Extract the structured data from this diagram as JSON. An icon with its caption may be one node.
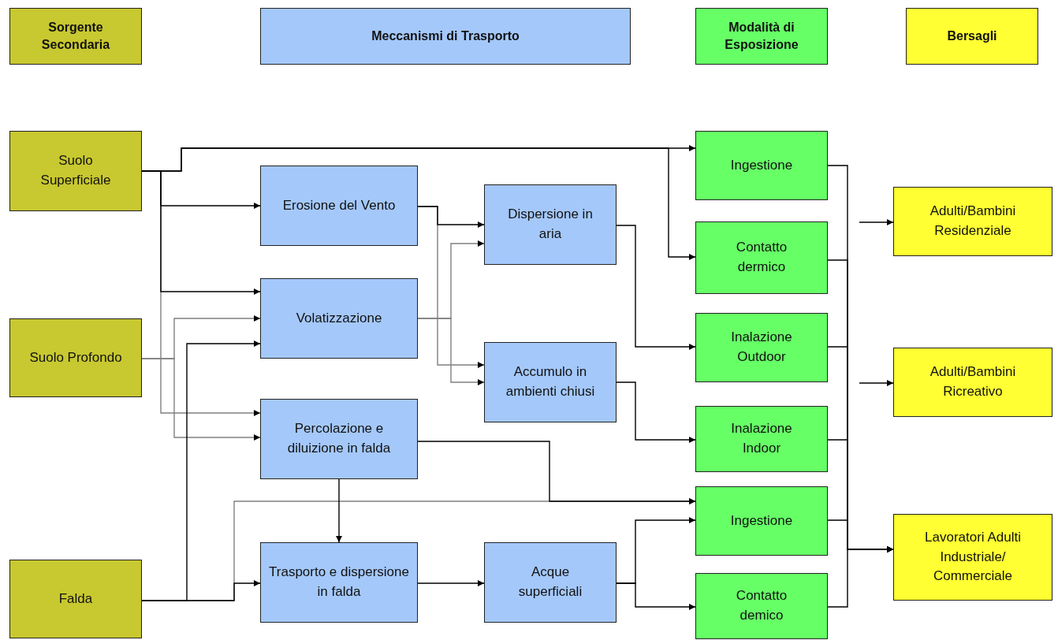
{
  "diagram": {
    "nodes": [
      {
        "text": [
          "Sorgente Secondaria"
        ]
      },
      {
        "text": [
          "Meccanismi di Trasporto"
        ]
      },
      {
        "text": [
          "Modalità di Esposizione"
        ]
      },
      {
        "text": [
          "Bersagli"
        ]
      },
      {
        "text": [
          "Suolo Superficiale"
        ]
      },
      {
        "text": [
          "Suolo Profondo"
        ]
      },
      {
        "text": [
          "Falda"
        ]
      },
      {
        "text": [
          "Erosione del Vento"
        ]
      },
      {
        "text": [
          "Volatizzazione"
        ]
      },
      {
        "text": [
          "Percolazione e diluizione in falda"
        ]
      },
      {
        "text": [
          "Trasporto e dispersione in falda"
        ]
      },
      {
        "text": [
          "Dispersione in aria"
        ]
      },
      {
        "text": [
          "Accumulo in ambienti chiusi"
        ]
      },
      {
        "text": [
          "Acque superficiali"
        ]
      },
      {
        "text": [
          "Ingestione"
        ]
      },
      {
        "text": [
          "Contatto dermico"
        ]
      },
      {
        "text": [
          "Inalazione Outdoor"
        ]
      },
      {
        "text": [
          "Inalazione Indoor"
        ]
      },
      {
        "text": [
          "Ingestione"
        ]
      },
      {
        "text": [
          "Contatto demico"
        ]
      },
      {
        "text": [
          "Adulti/Bambini Residenziale"
        ]
      },
      {
        "text": [
          "Adulti/Bambini Ricreativo"
        ]
      },
      {
        "text": [
          "Lavoratori Adulti Industriale/ Commerciale"
        ]
      }
    ],
    "edges": [
      {
        "from": 4,
        "to": 14,
        "arrow": "to"
      },
      {
        "from": 4,
        "to": 15,
        "arrow": "to"
      },
      {
        "from": 4,
        "to": 7,
        "arrow": "to"
      },
      {
        "from": 4,
        "to": 8,
        "arrow": "to"
      },
      {
        "from": 4,
        "to": 9,
        "arrow": "to",
        "color": "#808080"
      },
      {
        "from": 5,
        "to": 8,
        "arrow": "to",
        "color": "#808080"
      },
      {
        "from": 5,
        "to": 9,
        "arrow": "to",
        "color": "#808080"
      },
      {
        "from": 6,
        "to": 8,
        "arrow": "to"
      },
      {
        "from": 6,
        "to": 10,
        "arrow": "to"
      },
      {
        "from": 6,
        "to": 18,
        "arrow": "to",
        "color": "#808080"
      },
      {
        "from": 7,
        "to": 11,
        "arrow": "to"
      },
      {
        "from": 7,
        "to": 12,
        "arrow": "to",
        "color": "#808080"
      },
      {
        "from": 8,
        "to": 11,
        "arrow": "to",
        "color": "#808080"
      },
      {
        "from": 8,
        "to": 12,
        "arrow": "to",
        "color": "#808080"
      },
      {
        "from": 9,
        "to": 10,
        "arrow": "to"
      },
      {
        "from": 9,
        "to": 18,
        "arrow": "to"
      },
      {
        "from": 10,
        "to": 13,
        "arrow": "to"
      },
      {
        "from": 13,
        "to": 18,
        "arrow": "to"
      },
      {
        "from": 13,
        "to": 19,
        "arrow": "to"
      },
      {
        "from": 11,
        "to": 16,
        "arrow": "to"
      },
      {
        "from": 12,
        "to": 17,
        "arrow": "to"
      },
      {
        "from": 14,
        "to": 22,
        "arrow": "to"
      },
      {
        "from": 15,
        "to": 22,
        "arrow": "to"
      },
      {
        "from": 16,
        "to": 22,
        "arrow": "to"
      },
      {
        "from": 17,
        "to": 22,
        "arrow": "to"
      },
      {
        "from": 18,
        "to": 22,
        "arrow": "to"
      },
      {
        "from": 19,
        "to": 22,
        "arrow": "to"
      },
      {
        "from": null,
        "to": 20,
        "arrow": "to"
      },
      {
        "from": null,
        "to": 21,
        "arrow": "to"
      }
    ]
  }
}
